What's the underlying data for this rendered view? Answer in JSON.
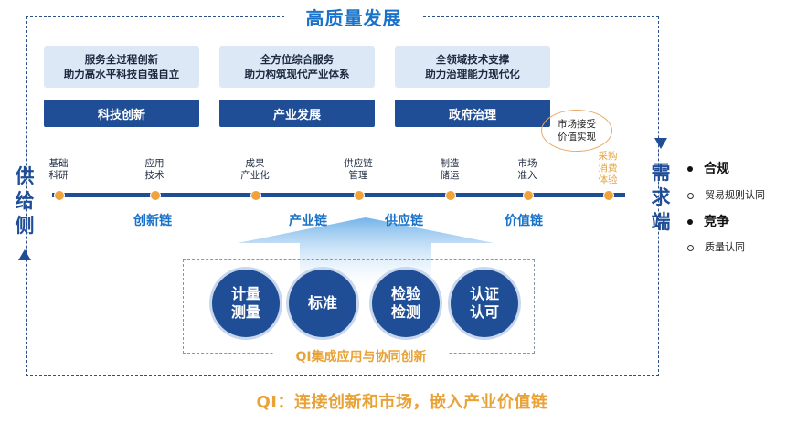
{
  "title": "高质量发展",
  "goals": [
    {
      "line1": "服务全过程创新",
      "line2": "助力高水平科技自强自立",
      "button": "科技创新"
    },
    {
      "line1": "全方位综合服务",
      "line2": "助力构筑现代产业体系",
      "button": "产业发展"
    },
    {
      "line1": "全领域技术支撑",
      "line2": "助力治理能力现代化",
      "button": "政府治理"
    }
  ],
  "bubble": {
    "line1": "市场接受",
    "line2": "价值实现"
  },
  "supply_side": [
    "供",
    "给",
    "侧"
  ],
  "demand_side": [
    "需",
    "求",
    "端"
  ],
  "stages": [
    {
      "line1": "基础",
      "line2": "科研",
      "line3": ""
    },
    {
      "line1": "应用",
      "line2": "技术",
      "line3": ""
    },
    {
      "line1": "成果",
      "line2": "产业化",
      "line3": ""
    },
    {
      "line1": "供应链",
      "line2": "管理",
      "line3": ""
    },
    {
      "line1": "制造",
      "line2": "储运",
      "line3": ""
    },
    {
      "line1": "市场",
      "line2": "准入",
      "line3": ""
    },
    {
      "line1": "采购",
      "line2": "消费",
      "line3": "体验"
    }
  ],
  "chains": [
    "创新链",
    "产业链",
    "供应链",
    "价值链"
  ],
  "qi_elements": [
    {
      "line1": "计量",
      "line2": "测量"
    },
    {
      "line1": "标准",
      "line2": ""
    },
    {
      "line1": "检验",
      "line2": "检测"
    },
    {
      "line1": "认证",
      "line2": "认可"
    }
  ],
  "qi_caption": "QI集成应用与协同创新",
  "bottom_text": "QI：连接创新和市场，嵌入产业价值链",
  "demand": [
    {
      "label": "合规",
      "sub": "贸易规则认同"
    },
    {
      "label": "竞争",
      "sub": "质量认同"
    }
  ],
  "colors": {
    "primary": "#1f4e96",
    "accent": "#1a73c9",
    "orange": "#e8a236",
    "goal_bg": "#dde8f6"
  }
}
